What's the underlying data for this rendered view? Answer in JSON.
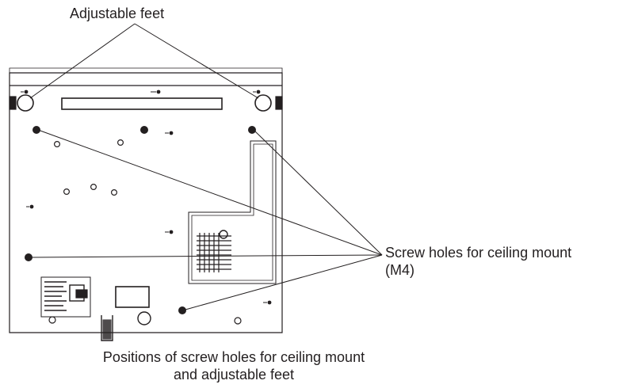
{
  "labels": {
    "adjustable_feet": "Adjustable feet",
    "screw_holes_line1": "Screw holes for ceiling mount",
    "screw_holes_line2": "(M4)",
    "caption_line1": "Positions of screw holes for ceiling mount",
    "caption_line2": "and adjustable feet"
  },
  "colors": {
    "line": "#231f20",
    "background": "#ffffff"
  }
}
